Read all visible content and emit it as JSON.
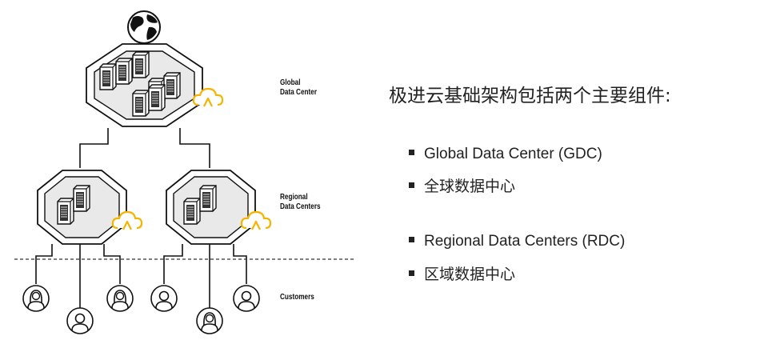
{
  "labels": {
    "global": [
      "Global",
      "Data Center"
    ],
    "regional": [
      "Regional",
      "Data Centers"
    ],
    "customers": "Customers"
  },
  "heading": "极进云基础架构包括两个主要组件:",
  "bullets": [
    "Global Data Center (GDC)",
    "全球数据中心",
    "Regional Data Centers (RDC)",
    "区域数据中心"
  ],
  "icons": {
    "cloud": "cloud-upload-icon",
    "globe": "globe-icon",
    "server": "server-rack-icon",
    "person_male": "male-user-icon",
    "person_female": "female-user-icon"
  },
  "colors": {
    "cloud": "#f5b400",
    "lines": "#111111",
    "hex_fill": "#e9e9e9"
  }
}
